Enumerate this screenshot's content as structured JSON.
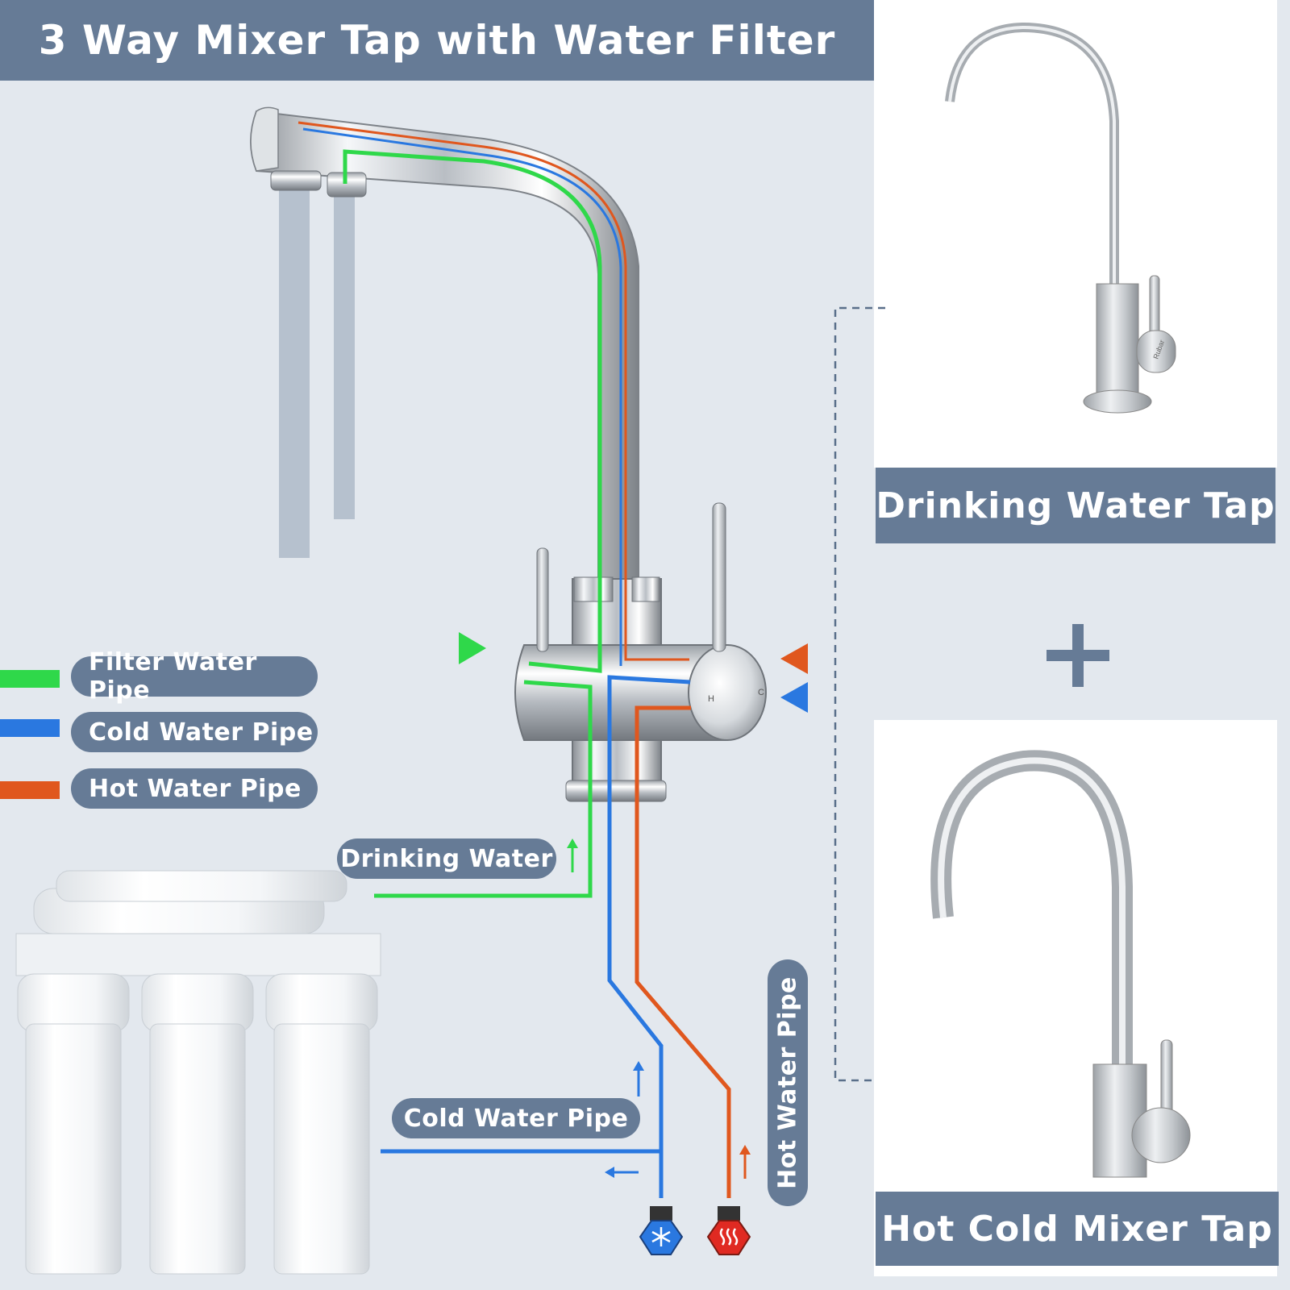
{
  "title": "3 Way Mixer Tap with Water Filter",
  "legend": [
    {
      "label": "Filter Water Pipe",
      "color": "#2fd84a"
    },
    {
      "label": "Cold Water Pipe",
      "color": "#2a78e0"
    },
    {
      "label": "Hot Water Pipe",
      "color": "#e0571e"
    }
  ],
  "labels": {
    "drinking_water": "Drinking Water",
    "cold_water_pipe": "Cold Water Pipe",
    "hot_water_pipe": "Hot Water Pipe"
  },
  "panels": {
    "drinking_tap_caption": "Drinking Water Tap",
    "plus_sign": "+",
    "mixer_tap_caption": "Hot Cold Mixer Tap"
  },
  "tap_marks": {
    "hot": "H",
    "cold": "C",
    "brand": "Rubar"
  },
  "icons": [
    "snowflake-icon",
    "heat-icon",
    "plus-icon"
  ],
  "colors": {
    "accent": "#667b96",
    "filter": "#2fd84a",
    "cold": "#2a78e0",
    "hot": "#e0571e",
    "background": "#e3e8ee"
  }
}
